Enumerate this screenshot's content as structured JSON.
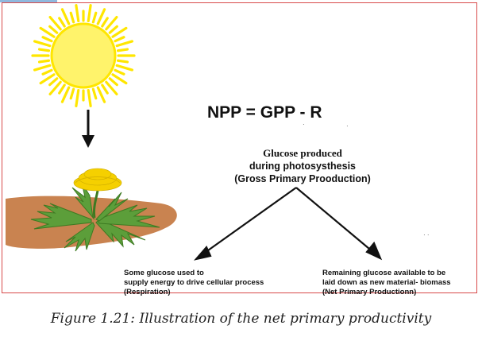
{
  "figure": {
    "equation": "NPP = GPP - R",
    "gpp_label": {
      "line1": "Glucose produced",
      "line2": "during photosysthesis",
      "line3": "(Gross Primary Prooduction)"
    },
    "respiration_label": {
      "line1": "Some glucose used to",
      "line2": "supply energy to drive cellular process",
      "line3": "(Respiration)"
    },
    "npp_label": {
      "line1": "Remaining glucose available to be",
      "line2": "laid down as new material- biomass",
      "line3": "(Net Primary Productionn)"
    },
    "caption": "Figure 1.21: Illustration of the net primary productivity"
  },
  "colors": {
    "frame_border": "#d84a4a",
    "sun": "#ffe600",
    "sun_core": "#fff36b",
    "soil": "#c98350",
    "leaf": "#5c9e3a",
    "flower": "#f5d000",
    "arrow": "#111111"
  },
  "icons": [
    "sun-icon",
    "down-arrow-icon",
    "dandelion-plant-icon"
  ]
}
